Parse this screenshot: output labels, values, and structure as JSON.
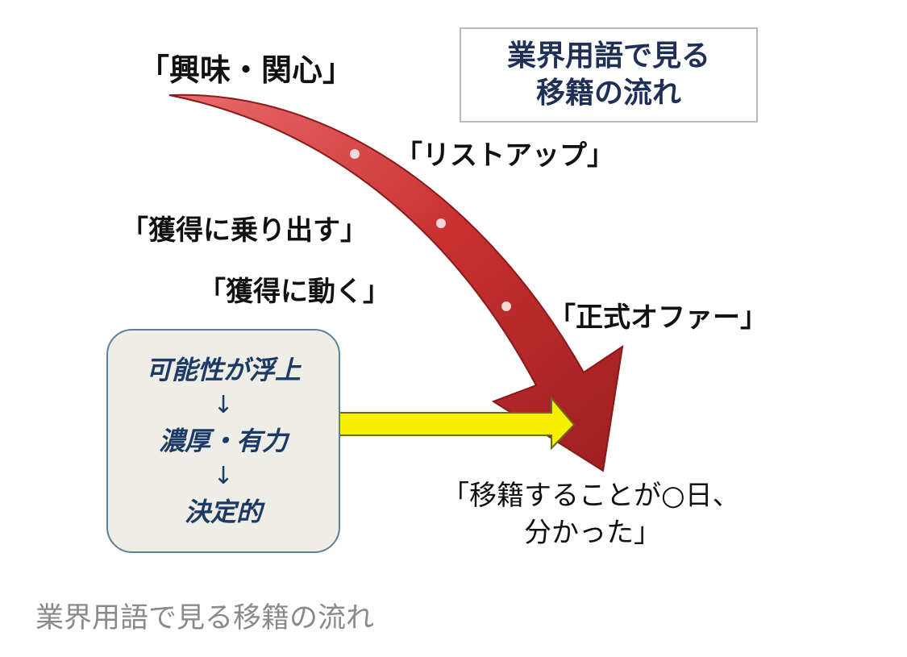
{
  "diagram": {
    "title_box": {
      "line1": "業界用語で見る",
      "line2": "移籍の流れ"
    },
    "stages": {
      "interest": "「興味・関心」",
      "listup": "「リストアップ」",
      "start_acquire": "「獲得に乗り出す」",
      "move_acquire": "「獲得に動く」",
      "official_offer": "「正式オファー」"
    },
    "likelihood_box": {
      "step1": "可能性が浮上",
      "arrow1": "↓",
      "step2": "濃厚・有力",
      "arrow2": "↓",
      "step3": "決定的"
    },
    "result": {
      "line1": "「移籍することが○日、",
      "line2": "分かった」"
    },
    "colors": {
      "main_arrow": "#c93030",
      "side_arrow": "#f4f000",
      "box_text": "#1c3a66"
    }
  },
  "caption": "業界用語で見る移籍の流れ"
}
